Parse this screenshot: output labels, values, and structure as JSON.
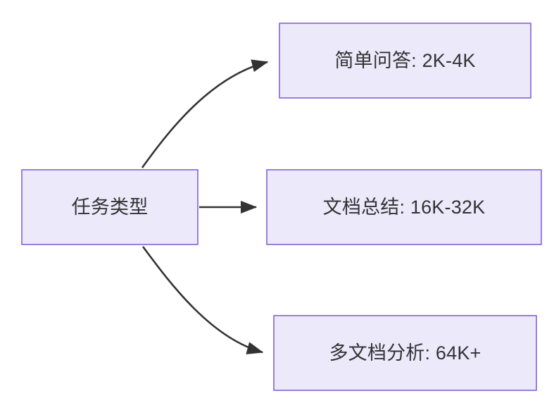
{
  "diagram": {
    "type": "flowchart",
    "direction": "left-to-right",
    "background_color": "#ffffff",
    "node_fill_color": "#ece9fb",
    "node_border_color": "#9a7fdc",
    "node_text_color": "#333333",
    "edge_color": "#333333",
    "nodes": [
      {
        "id": "source",
        "label": "任务类型"
      },
      {
        "id": "simple",
        "label": "简单问答: 2K-4K"
      },
      {
        "id": "summary",
        "label": "文档总结: 16K-32K"
      },
      {
        "id": "multidoc",
        "label": "多文档分析: 64K+"
      }
    ],
    "edges": [
      {
        "id": "edge-source-simple",
        "from": "任务类型",
        "to": "简单问答: 2K-4K",
        "label": "",
        "style": "curved-arrow"
      },
      {
        "id": "edge-source-summary",
        "from": "任务类型",
        "to": "文档总结: 16K-32K",
        "label": "",
        "style": "straight-arrow"
      },
      {
        "id": "edge-source-multidoc",
        "from": "任务类型",
        "to": "多文档分析: 64K+",
        "label": "",
        "style": "curved-arrow"
      }
    ]
  }
}
